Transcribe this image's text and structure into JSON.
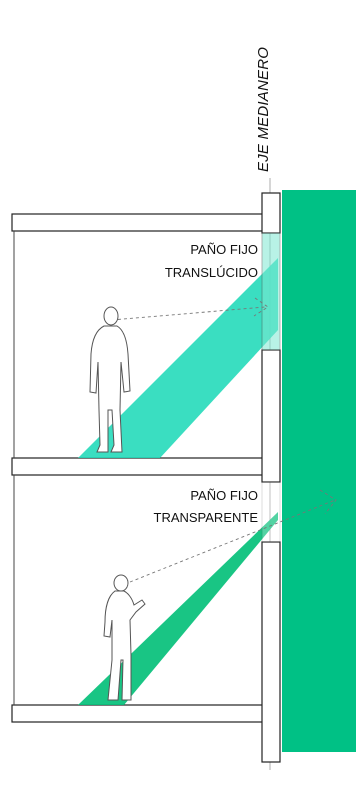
{
  "labels": {
    "axis": "EJE MEDIANERO",
    "upper_panel_line1": "PAÑO FIJO",
    "upper_panel_line2": "TRANSLÚCIDO",
    "lower_panel_line1": "PAÑO FIJO",
    "lower_panel_line2": "TRANSPARENTE"
  },
  "colors": {
    "neighbor_wall": "#00c185",
    "light_beam_upper": "#1fd9b8",
    "light_beam_lower": "#05c07a",
    "outline": "#222222",
    "sightline": "#777777"
  },
  "icons": {
    "upper_person": "standing-person-icon",
    "lower_person": "standing-person-with-phone-icon"
  }
}
